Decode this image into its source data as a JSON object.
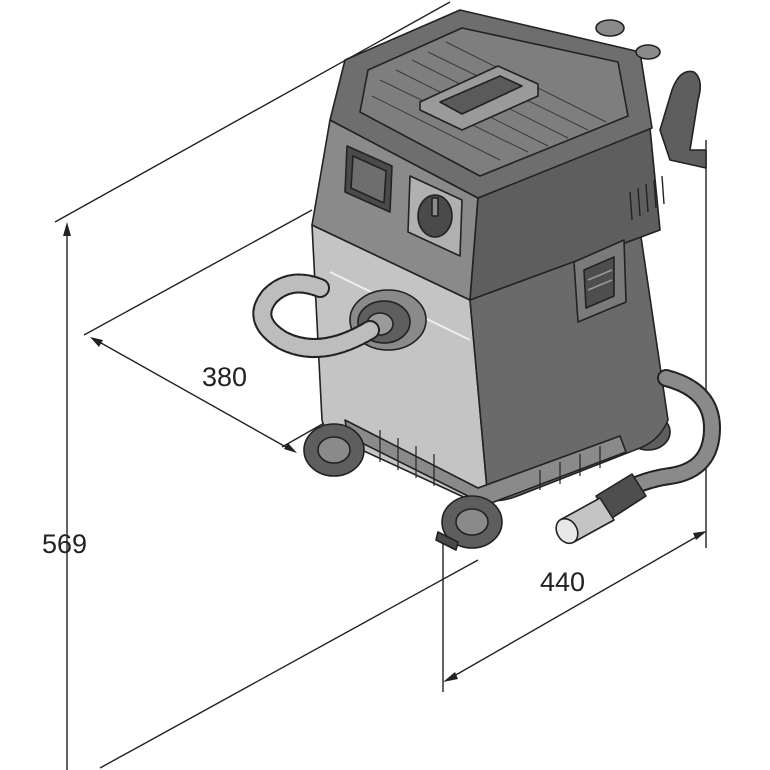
{
  "dimensions": {
    "height": "569",
    "depth": "380",
    "width": "440"
  },
  "colors": {
    "line": "#222222",
    "body_light": "#c4c4c4",
    "body_mid": "#8a8a8a",
    "body_dark": "#5e5e5e",
    "body_darker": "#474747",
    "lid_top": "#7a7a7a"
  }
}
